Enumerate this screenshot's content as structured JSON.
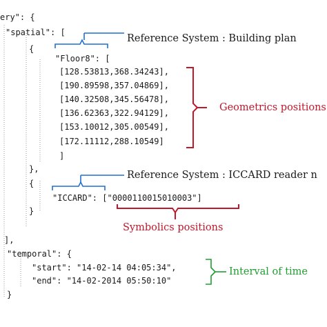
{
  "colors": {
    "code": "#1a1a1a",
    "blue": "#1f6fcf",
    "red": "#c0172b",
    "green": "#1f9e2f",
    "guide": "#9a9a9a"
  },
  "code": {
    "line_query": "ery\": {",
    "line_spatial": "\"spatial\": [",
    "line_brace1": "{",
    "line_floor": "\"Floor8\": [",
    "coords": [
      "[128.53813,368.34243],",
      "[190.89598,357.04869],",
      "[140.32508,345.56478],",
      "[136.62363,322.94129],",
      "[153.10012,305.00549],",
      "[172.11112,288.10549]"
    ],
    "line_close_bracket": "]",
    "line_close_brace": "},",
    "line_brace2": "{",
    "line_iccard": "\"ICCARD\": [\"0000110015010003\"]",
    "line_close_brace2": "}",
    "line_close_spatial": "],",
    "line_temporal": "\"temporal\": {",
    "line_start": "\"start\": \"14-02-14 04:05:34\",",
    "line_end": "\"end\": \"14-02-2014 05:50:10\"",
    "line_close_temporal": "}"
  },
  "annotations": {
    "ref_building": "Reference System : Building plan",
    "geometrics": "Geometrics positions",
    "ref_iccard": "Reference System : ICCARD reader n",
    "symbolics": "Symbolics positions",
    "interval": "Interval of time"
  }
}
